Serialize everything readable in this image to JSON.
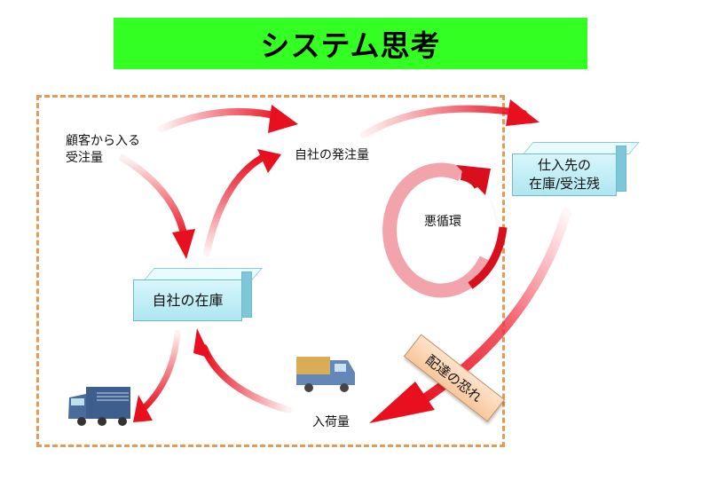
{
  "title": "システム思考",
  "colors": {
    "title_bg": "#33ff22",
    "dashed_border": "#e89a55",
    "arrow_red": "#e8101e",
    "box_fill": "#bdeef5",
    "warning_tag": "#f9d2ad"
  },
  "nodes": {
    "customer_orders": [
      "顧客から入る",
      "受注量"
    ],
    "own_orders": "自社の発注量",
    "supplier_stock": [
      "仕入先の",
      "在庫/受注残"
    ],
    "vicious_cycle": "悪循環",
    "own_stock": "自社の在庫",
    "incoming": "入荷量",
    "delivery_risk": "配達の恐れ"
  },
  "icons": {
    "outbound_truck": "truck-icon",
    "inbound_truck": "pickup-truck-icon",
    "cycle": "circular-arrow-icon"
  }
}
